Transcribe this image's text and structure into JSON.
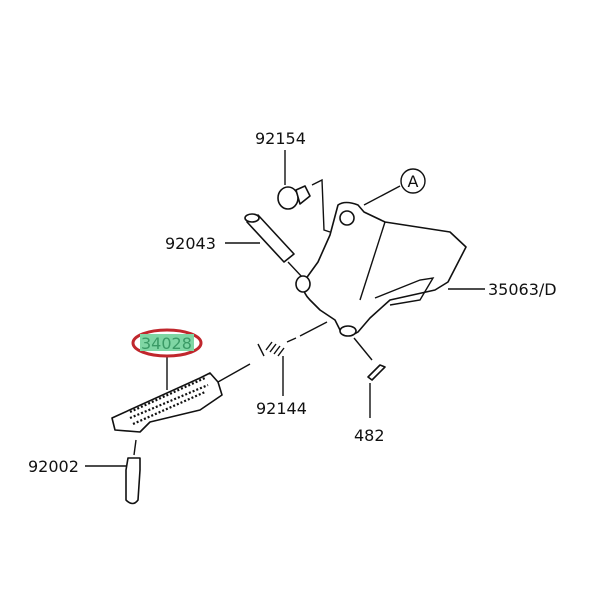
{
  "diagram": {
    "callouts": {
      "bolt": "92154",
      "collar": "92043",
      "bracket": "35063/D",
      "footpeg": "34028",
      "spring": "92144",
      "circlip": "482",
      "pin": "92002",
      "ref_marker": "A"
    },
    "highlight": {
      "target": "34028",
      "ring_color": "#c0272d",
      "fill_color": "#7fd6a4"
    }
  }
}
